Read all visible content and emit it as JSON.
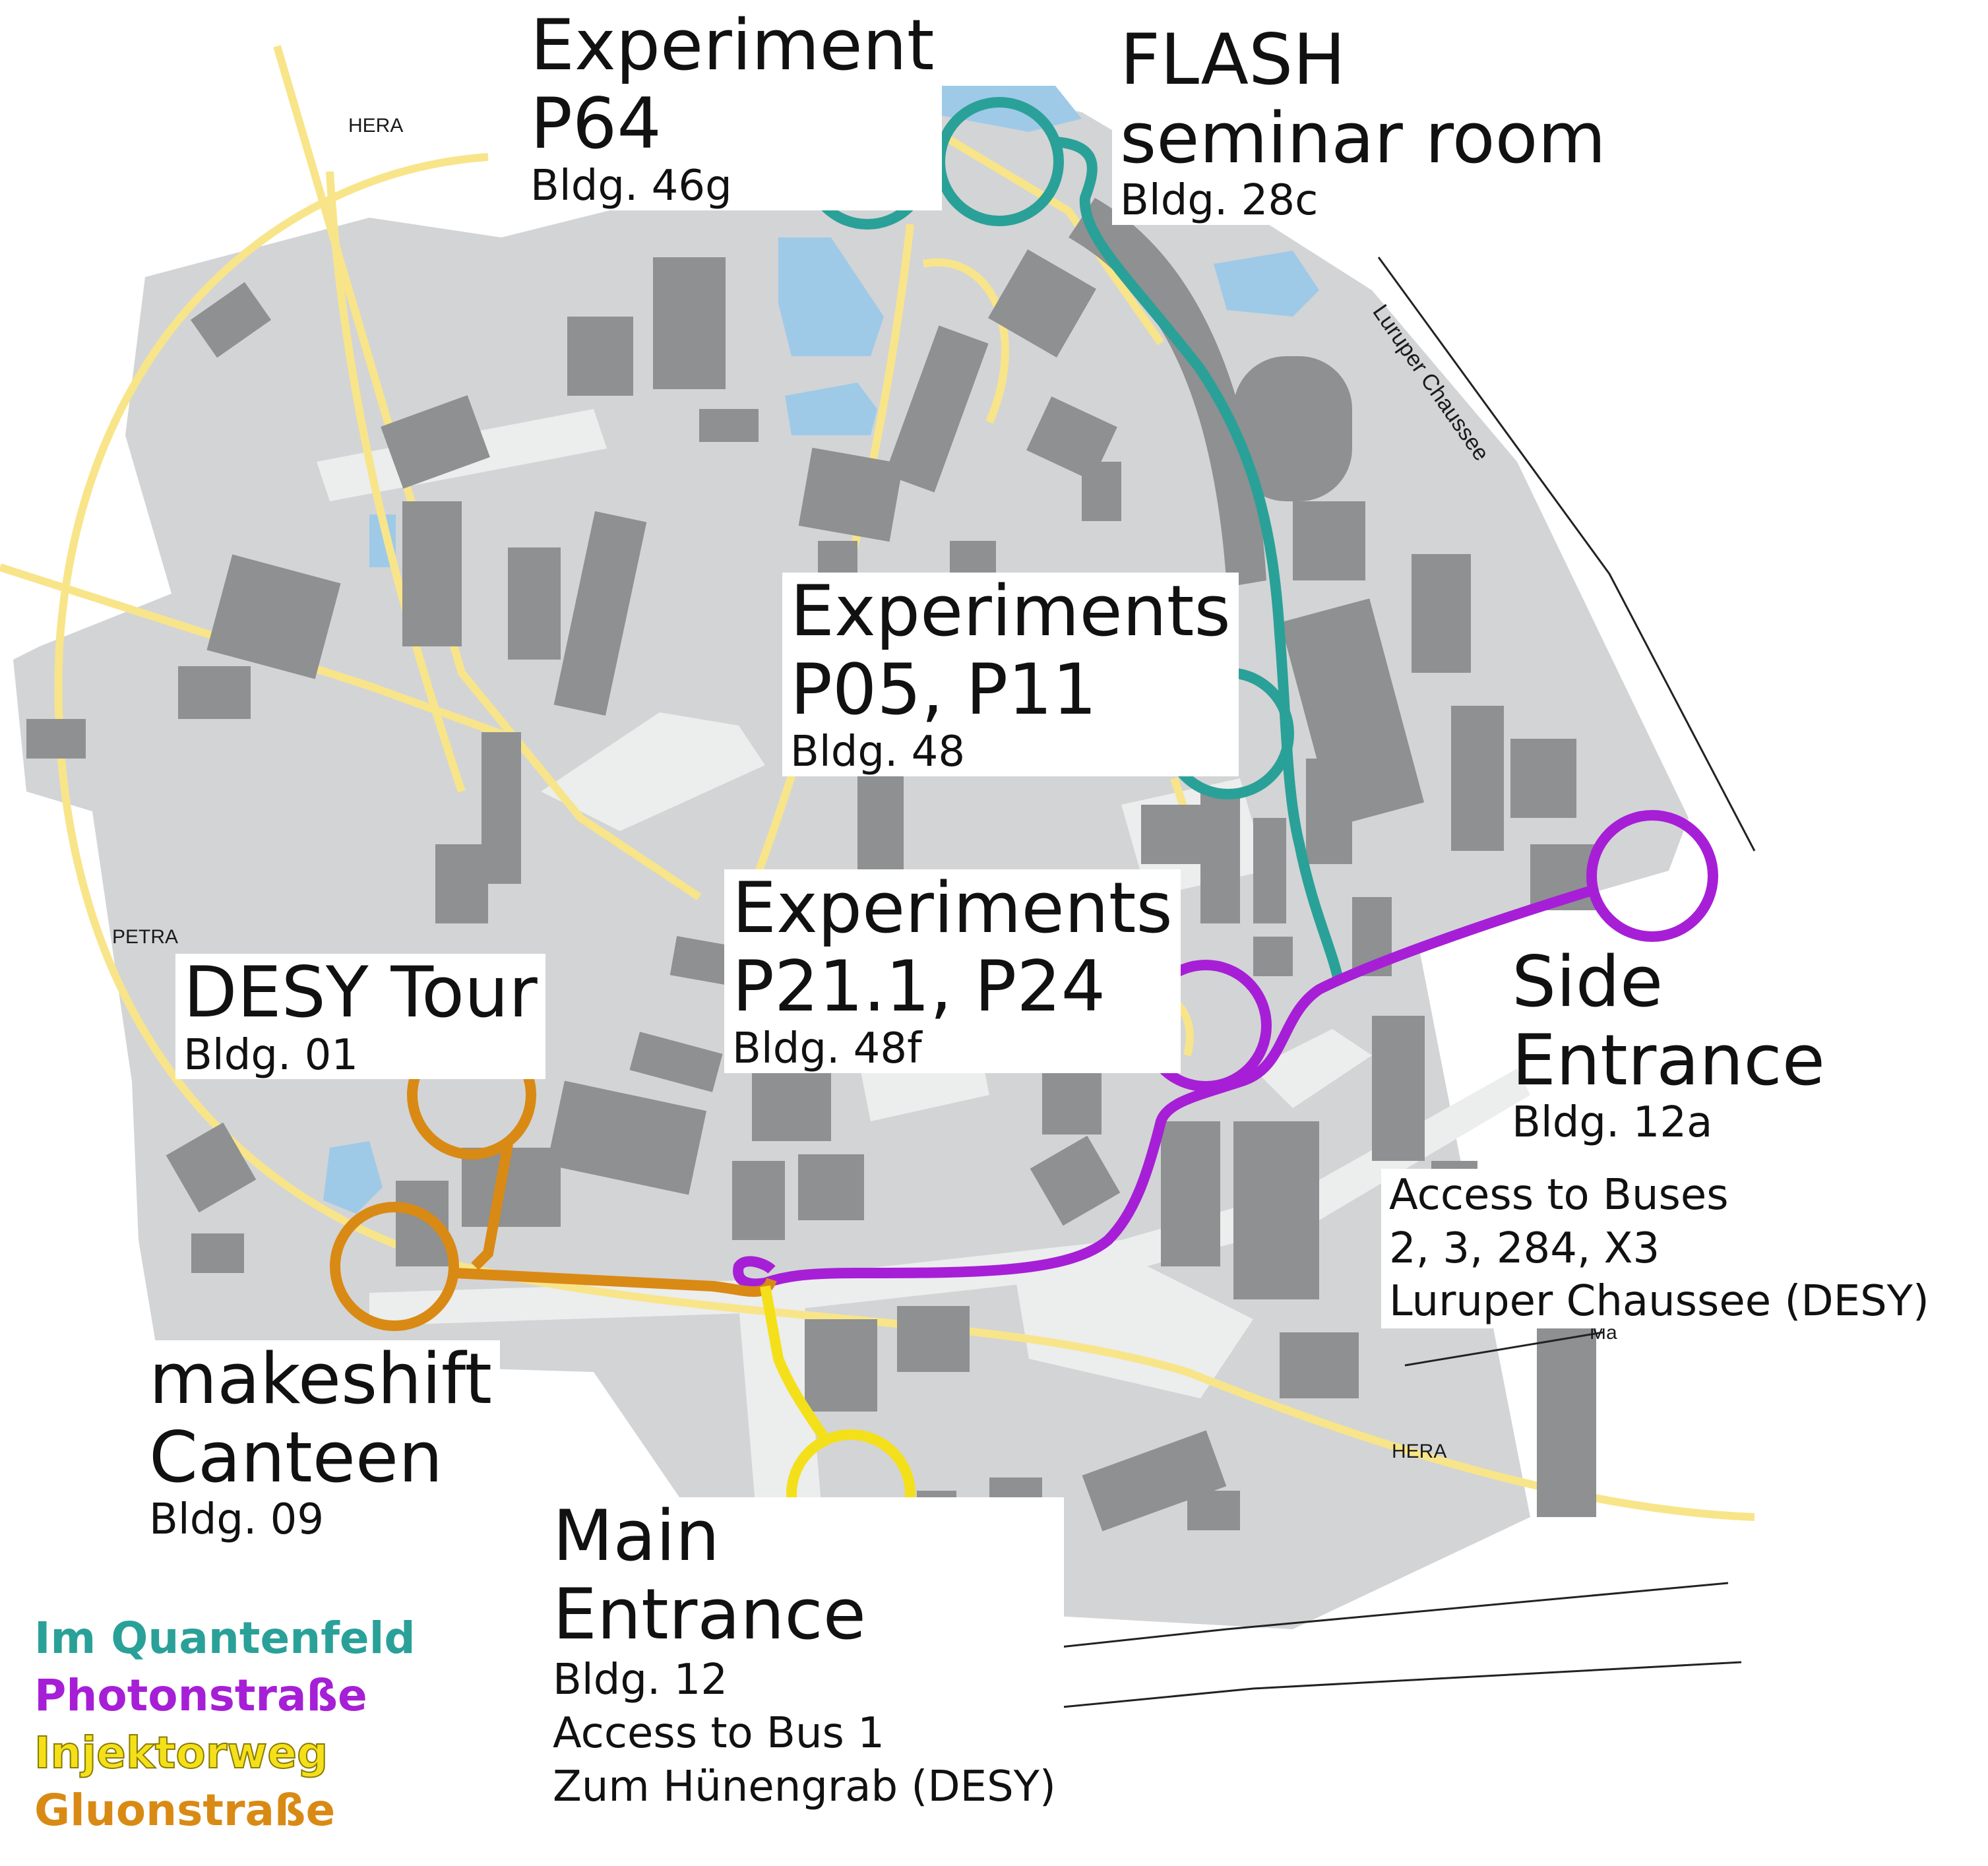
{
  "map_labels": {
    "hera_top": "HERA",
    "hera_bottom": "HERA",
    "petra": "PETRA",
    "luruper_chaussee": "Luruper Chaussee",
    "ma_fragment": "Ma"
  },
  "locations": {
    "p64": {
      "title_line1": "Experiment",
      "title_line2": "P64",
      "building": "Bldg. 46g"
    },
    "flash": {
      "title_line1": "FLASH",
      "title_line2": "seminar room",
      "building": "Bldg. 28c"
    },
    "p05_p11": {
      "title_line1": "Experiments",
      "title_line2": "P05, P11",
      "building": "Bldg. 48"
    },
    "p21_p24": {
      "title_line1": "Experiments",
      "title_line2": "P21.1, P24",
      "building": "Bldg. 48f"
    },
    "desy_tour": {
      "title": "DESY Tour",
      "building": "Bldg. 01"
    },
    "canteen": {
      "title_line1": "makeshift",
      "title_line2": "Canteen",
      "building": "Bldg. 09"
    },
    "side_entrance": {
      "title_line1": "Side",
      "title_line2": "Entrance",
      "building": "Bldg. 12a",
      "access_line1": "Access to Buses",
      "access_line2": "2, 3, 284, X3",
      "access_line3": "Luruper Chaussee (DESY)"
    },
    "main_entrance": {
      "title_line1": "Main",
      "title_line2": "Entrance",
      "building": "Bldg. 12",
      "access_line1": "Access to Bus 1",
      "access_line2": "Zum Hünengrab (DESY)"
    }
  },
  "legend": [
    {
      "label": "Im Quantenfeld",
      "color": "#2aa198"
    },
    {
      "label": "Photonstraße",
      "color": "#a61fd6"
    },
    {
      "label": "Injektorweg",
      "color": "#f4e01a"
    },
    {
      "label": "Gluonstraße",
      "color": "#d98a14"
    }
  ],
  "colors": {
    "building": "#8e9091",
    "ground": "#d3d4d5",
    "path": "#eceded",
    "water": "#9ecae8",
    "accelerator": "#f8e58a"
  }
}
